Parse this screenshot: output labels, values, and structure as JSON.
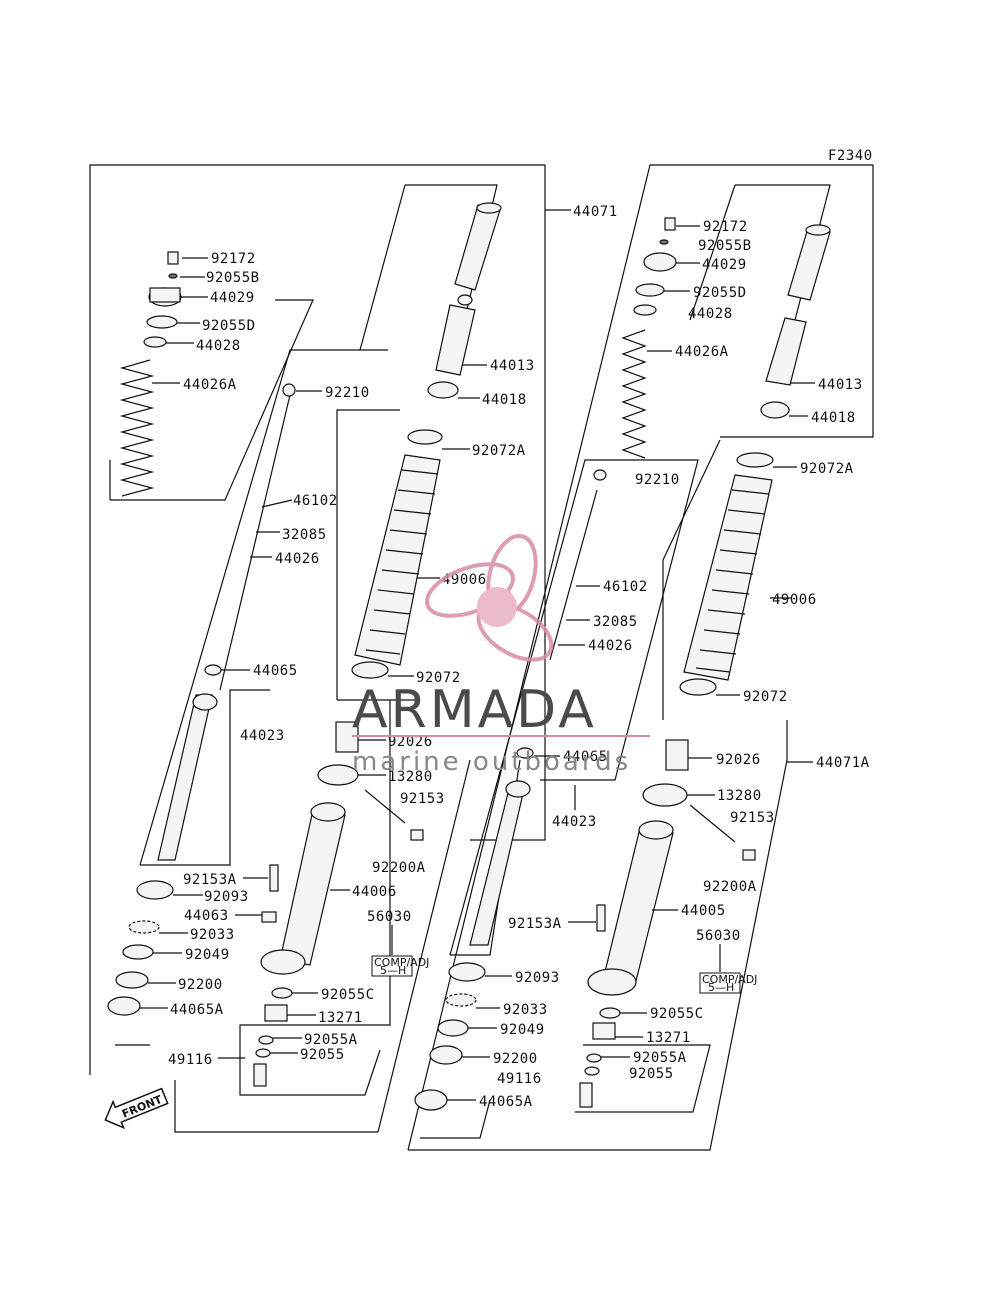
{
  "figure_code": "F2340",
  "labels": {
    "left": {
      "l_92172": "92172",
      "l_92055B": "92055B",
      "l_44029": "44029",
      "l_92055D": "92055D",
      "l_44028": "44028",
      "l_44026A": "44026A",
      "l_92210": "92210",
      "l_46102": "46102",
      "l_32085": "32085",
      "l_44026": "44026",
      "l_44065": "44065",
      "l_44023": "44023",
      "l_44071": "44071",
      "l_44013": "44013",
      "l_44018": "44018",
      "l_92072A": "92072A",
      "l_49006": "49006",
      "l_92072": "92072",
      "l_92026": "92026",
      "l_13280": "13280",
      "l_92153": "92153",
      "l_92200A": "92200A",
      "l_44006": "44006",
      "l_56030": "56030",
      "l_92153A": "92153A",
      "l_92093": "92093",
      "l_44063": "44063",
      "l_92033": "92033",
      "l_92049": "92049",
      "l_92200": "92200",
      "l_92055C": "92055C",
      "l_44065A": "44065A",
      "l_13271": "13271",
      "l_92055A": "92055A",
      "l_92055": "92055",
      "l_49116": "49116"
    },
    "right": {
      "r_92172": "92172",
      "r_92055B": "92055B",
      "r_44029": "44029",
      "r_92055D": "92055D",
      "r_44028": "44028",
      "r_44026A": "44026A",
      "r_44013": "44013",
      "r_44018": "44018",
      "r_92072A": "92072A",
      "r_92210": "92210",
      "r_49006": "49006",
      "r_46102": "46102",
      "r_32085": "32085",
      "r_44026": "44026",
      "r_92072": "92072",
      "r_92026": "92026",
      "r_44071A": "44071A",
      "r_44065": "44065",
      "r_13280": "13280",
      "r_92153": "92153",
      "r_44023": "44023",
      "r_92200A": "92200A",
      "r_44005": "44005",
      "r_92153A": "92153A",
      "r_56030": "56030",
      "r_92093": "92093",
      "r_92033": "92033",
      "r_92049": "92049",
      "r_92055C": "92055C",
      "r_13271": "13271",
      "r_92200": "92200",
      "r_92055A": "92055A",
      "r_49116": "49116",
      "r_92055": "92055",
      "r_44065A": "44065A"
    }
  },
  "stickers": {
    "left_line1": "COMP/ADJ",
    "left_line2": "5—H",
    "right_line1": "COMP/ADJ",
    "right_line2": "5—H"
  },
  "front_arrow": "FRONT",
  "watermark": {
    "brand": "ARMADA",
    "tagline": "marine outboards",
    "logo": "propeller-icon",
    "color": "#d98aa8"
  }
}
